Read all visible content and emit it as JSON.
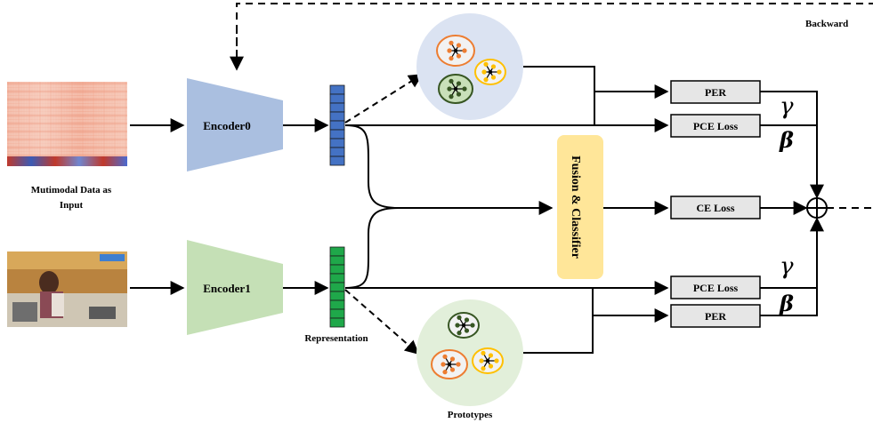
{
  "labels": {
    "backward": "Backward",
    "input_line1": "Mutimodal Data as",
    "input_line2": "Input",
    "encoder0": "Encoder0",
    "encoder1": "Encoder1",
    "representation": "Representation",
    "prototypes": "Prototypes",
    "fusion": "Fusion & Classifier",
    "per_top": "PER",
    "pce_top": "PCE Loss",
    "ce": "CE Loss",
    "pce_bottom": "PCE Loss",
    "per_bottom": "PER",
    "gamma": "γ",
    "beta": "β"
  },
  "colors": {
    "encoder0": "#aabfe0",
    "encoder1": "#c5e0b6",
    "rep_blue": "#4472c4",
    "rep_green": "#1fa84a",
    "proto_top_bg": "#dbe3f2",
    "proto_bottom_bg": "#e2efda",
    "fusion_bg": "#ffe699",
    "loss_box": "#e6e6e6",
    "cluster_orange": "#ed7d31",
    "cluster_yellow": "#ffc000",
    "cluster_green": "#375623"
  },
  "icons": {
    "audio_spectrogram": "spectrogram-image",
    "video_frame": "cooking-video-frame",
    "sum_node": "circled-plus-icon"
  }
}
